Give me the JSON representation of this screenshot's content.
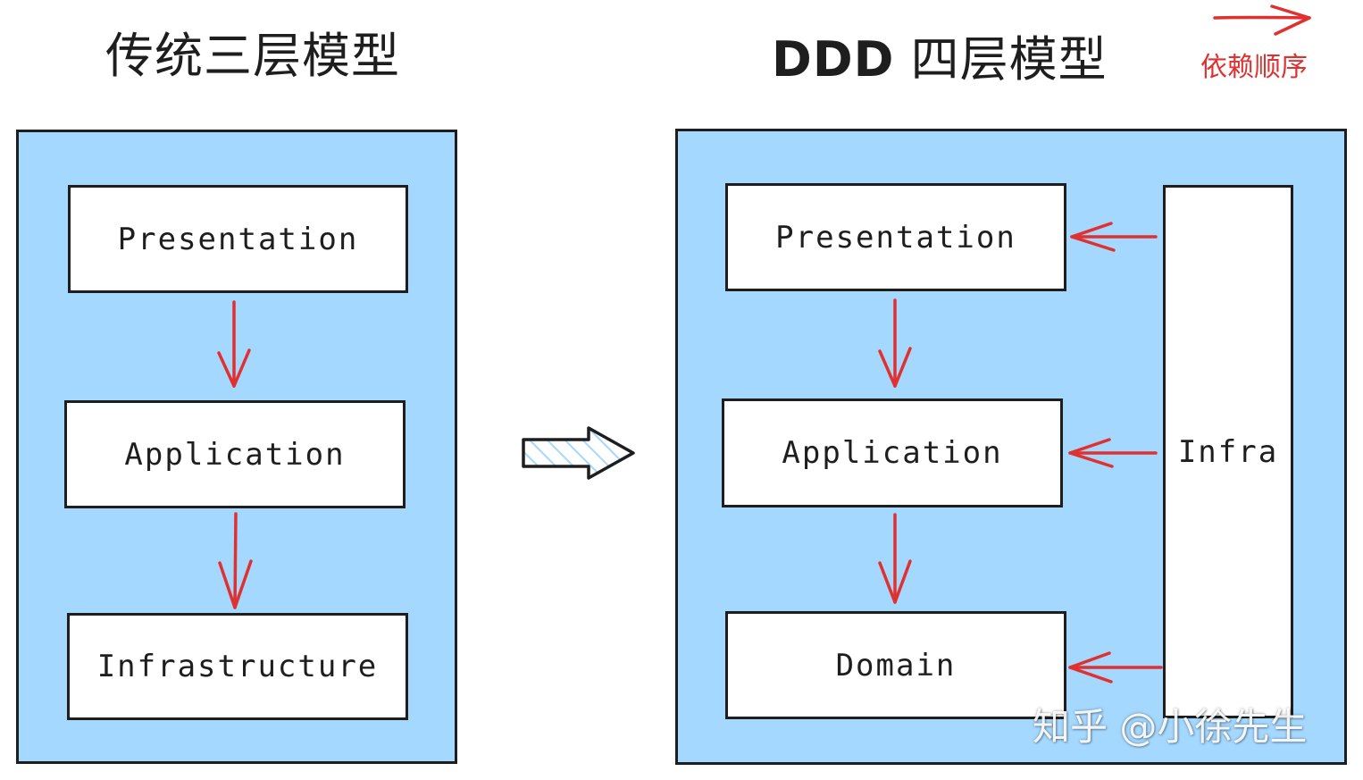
{
  "left_model": {
    "title": "传统三层模型",
    "layers": [
      "Presentation",
      "Application",
      "Infrastructure"
    ]
  },
  "right_model": {
    "title_bold": "DDD",
    "title_rest": " 四层模型",
    "layers": [
      "Presentation",
      "Application",
      "Domain"
    ],
    "side_layer": "Infra"
  },
  "legend": {
    "label": "依赖顺序"
  },
  "watermark": "知乎 @小徐先生",
  "colors": {
    "container_fill": "#a5d8ff",
    "box_fill": "#ffffff",
    "stroke": "#1e1e1e",
    "arrow": "#e03131"
  }
}
